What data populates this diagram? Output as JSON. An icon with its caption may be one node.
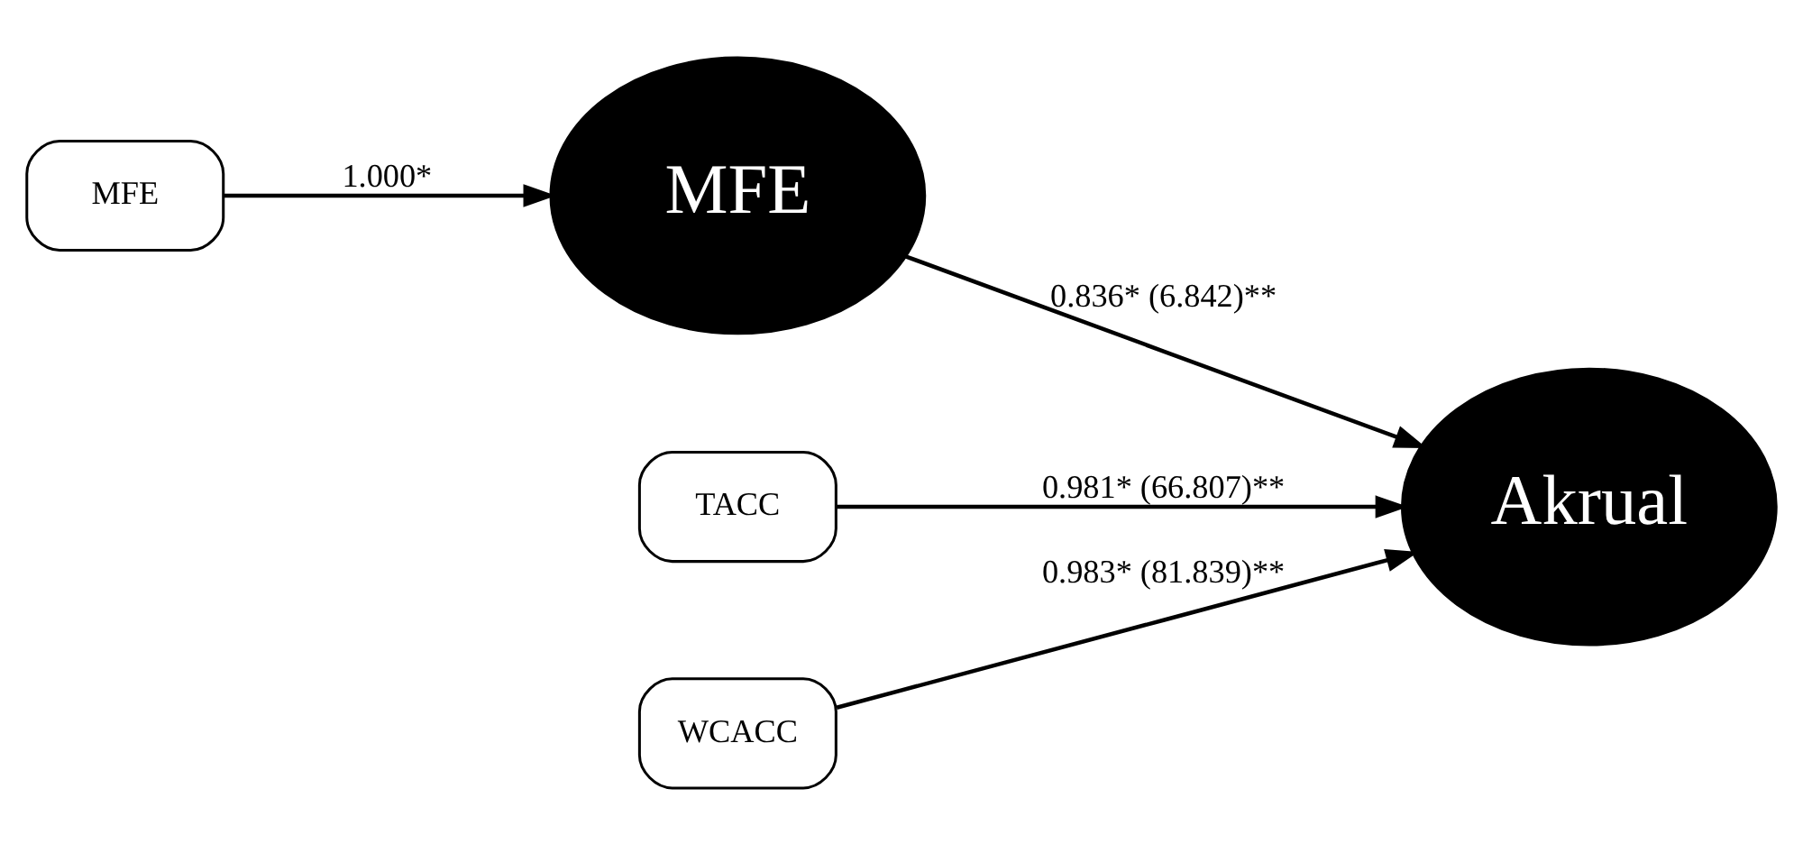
{
  "diagram": {
    "nodes": [
      {
        "text": [
          "MFE"
        ]
      },
      {
        "text": [
          "MFE"
        ]
      },
      {
        "text": [
          "Akrual"
        ]
      },
      {
        "text": [
          "TACC"
        ]
      },
      {
        "text": [
          "WCACC"
        ]
      }
    ],
    "edges": [
      {
        "from": 0,
        "to": 1,
        "arrow": "to",
        "label": "1.000*"
      },
      {
        "from": 1,
        "to": 2,
        "arrow": "to",
        "label": "0.836* (6.842)**"
      },
      {
        "from": 3,
        "to": 2,
        "arrow": "to",
        "label": "0.981* (66.807)**"
      },
      {
        "from": 4,
        "to": 2,
        "arrow": "to",
        "label": "0.983* (81.839)**"
      }
    ]
  }
}
